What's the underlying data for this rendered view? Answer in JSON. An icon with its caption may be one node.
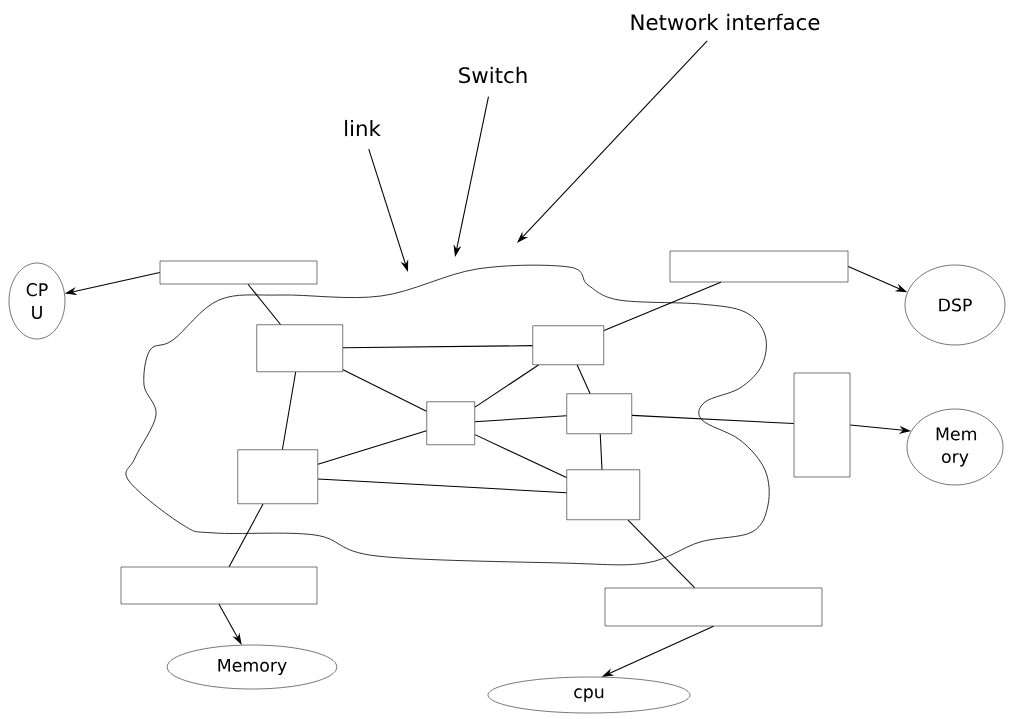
{
  "diagram": {
    "nodes": [
      {
        "text": [
          "Network interface"
        ]
      },
      {
        "text": [
          "Switch"
        ]
      },
      {
        "text": [
          "link"
        ]
      },
      {
        "text": [],
        "shape": "cloud"
      },
      {
        "text": [],
        "shape": "box",
        "in": 3
      },
      {
        "text": [],
        "shape": "box",
        "in": 3
      },
      {
        "text": [],
        "shape": "box",
        "in": 3
      },
      {
        "text": [],
        "shape": "box",
        "in": 3
      },
      {
        "text": [],
        "shape": "box",
        "in": 3
      },
      {
        "text": [],
        "shape": "box",
        "in": 3
      },
      {
        "text": [],
        "shape": "box"
      },
      {
        "text": [],
        "shape": "box"
      },
      {
        "text": [],
        "shape": "box"
      },
      {
        "text": [],
        "shape": "box"
      },
      {
        "text": [],
        "shape": "box"
      },
      {
        "text": [
          "CP U"
        ]
      },
      {
        "text": [
          "DSP"
        ]
      },
      {
        "text": [
          "Mem ory"
        ]
      },
      {
        "text": [
          "Memory"
        ]
      },
      {
        "text": [
          "cpu"
        ]
      }
    ],
    "edges": [
      {
        "from": 0,
        "to": 3,
        "arrow": "to"
      },
      {
        "from": 1,
        "to": 3,
        "arrow": "to"
      },
      {
        "from": 2,
        "to": 3,
        "arrow": "to"
      },
      {
        "from": 4,
        "to": 5,
        "arrow": "none"
      },
      {
        "from": 4,
        "to": 6,
        "arrow": "none"
      },
      {
        "from": 4,
        "to": 8,
        "arrow": "none"
      },
      {
        "from": 5,
        "to": 6,
        "arrow": "none"
      },
      {
        "from": 5,
        "to": 7,
        "arrow": "none"
      },
      {
        "from": 6,
        "to": 7,
        "arrow": "none"
      },
      {
        "from": 6,
        "to": 8,
        "arrow": "none"
      },
      {
        "from": 6,
        "to": 9,
        "arrow": "none"
      },
      {
        "from": 7,
        "to": 9,
        "arrow": "none"
      },
      {
        "from": 8,
        "to": 9,
        "arrow": "none"
      },
      {
        "from": 10,
        "to": 4,
        "arrow": "none"
      },
      {
        "from": 11,
        "to": 5,
        "arrow": "none"
      },
      {
        "from": 7,
        "to": 12,
        "arrow": "none"
      },
      {
        "from": 8,
        "to": 13,
        "arrow": "none"
      },
      {
        "from": 9,
        "to": 14,
        "arrow": "none"
      },
      {
        "from": 10,
        "to": 15,
        "arrow": "to"
      },
      {
        "from": 11,
        "to": 16,
        "arrow": "to"
      },
      {
        "from": 12,
        "to": 17,
        "arrow": "to"
      },
      {
        "from": 13,
        "to": 18,
        "arrow": "to"
      },
      {
        "from": 14,
        "to": 19,
        "arrow": "to"
      }
    ]
  }
}
